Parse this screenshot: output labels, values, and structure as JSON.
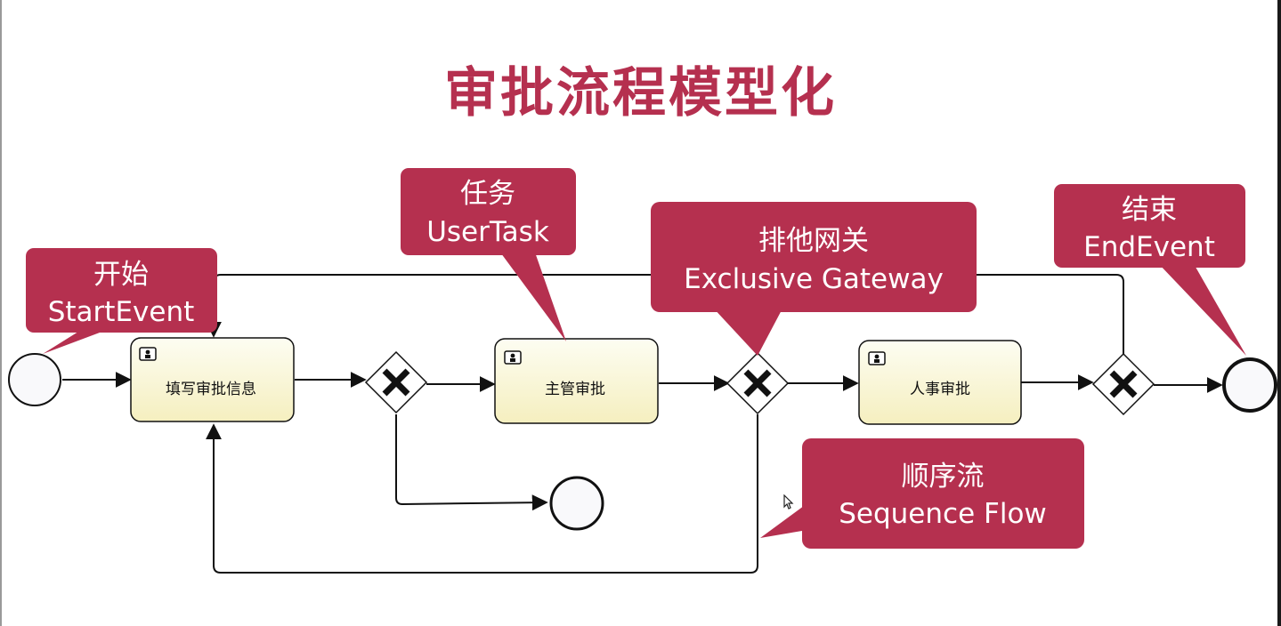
{
  "title": "审批流程模型化",
  "colors": {
    "accent": "#b5304f",
    "task_fill_top": "#fdfdf0",
    "task_fill_bottom": "#f6f1c2",
    "line": "#111111"
  },
  "tasks": [
    {
      "id": "fill",
      "label": "填写审批信息",
      "icon": "user-task-icon"
    },
    {
      "id": "manager",
      "label": "主管审批",
      "icon": "user-task-icon"
    },
    {
      "id": "hr",
      "label": "人事审批",
      "icon": "user-task-icon"
    }
  ],
  "callouts": {
    "start": {
      "line1": "开始",
      "line2": "StartEvent"
    },
    "task": {
      "line1": "任务",
      "line2": "UserTask"
    },
    "gateway": {
      "line1": "排他网关",
      "line2": "Exclusive Gateway"
    },
    "end": {
      "line1": "结束",
      "line2": "EndEvent"
    },
    "flow": {
      "line1": "顺序流",
      "line2": "Sequence Flow"
    }
  }
}
